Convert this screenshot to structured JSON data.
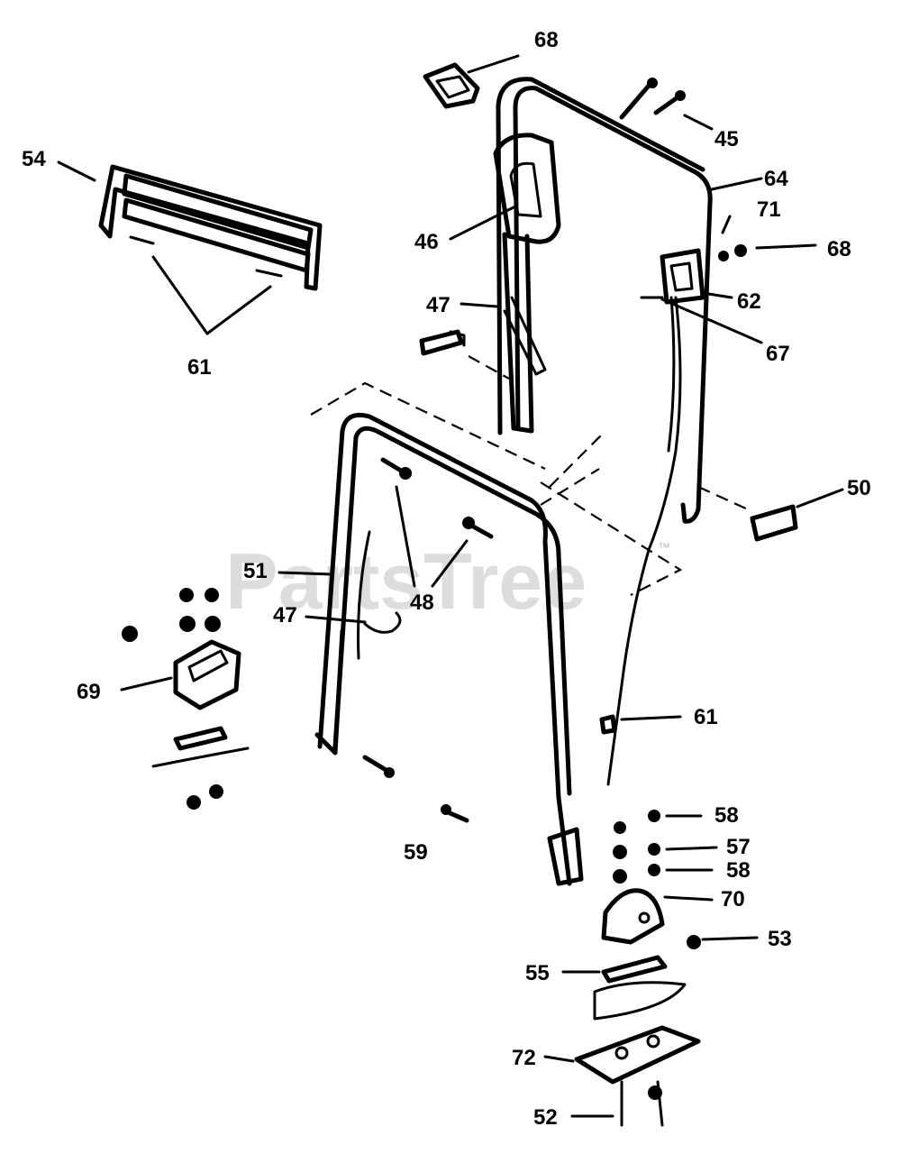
{
  "watermark": "PartsTree",
  "watermark_mark": "™",
  "labels": {
    "p68_top": "68",
    "p45": "45",
    "p64": "64",
    "p71": "71",
    "p68_right": "68",
    "p62": "62",
    "p67": "67",
    "p54": "54",
    "p46": "46",
    "p47_upper": "47",
    "p61_left": "61",
    "p50": "50",
    "p51": "51",
    "p48": "48",
    "p47_lower": "47",
    "p69": "69",
    "p61_right": "61",
    "p58_top": "58",
    "p57": "57",
    "p58_mid": "58",
    "p70": "70",
    "p59": "59",
    "p53": "53",
    "p55": "55",
    "p72": "72",
    "p52": "52"
  }
}
